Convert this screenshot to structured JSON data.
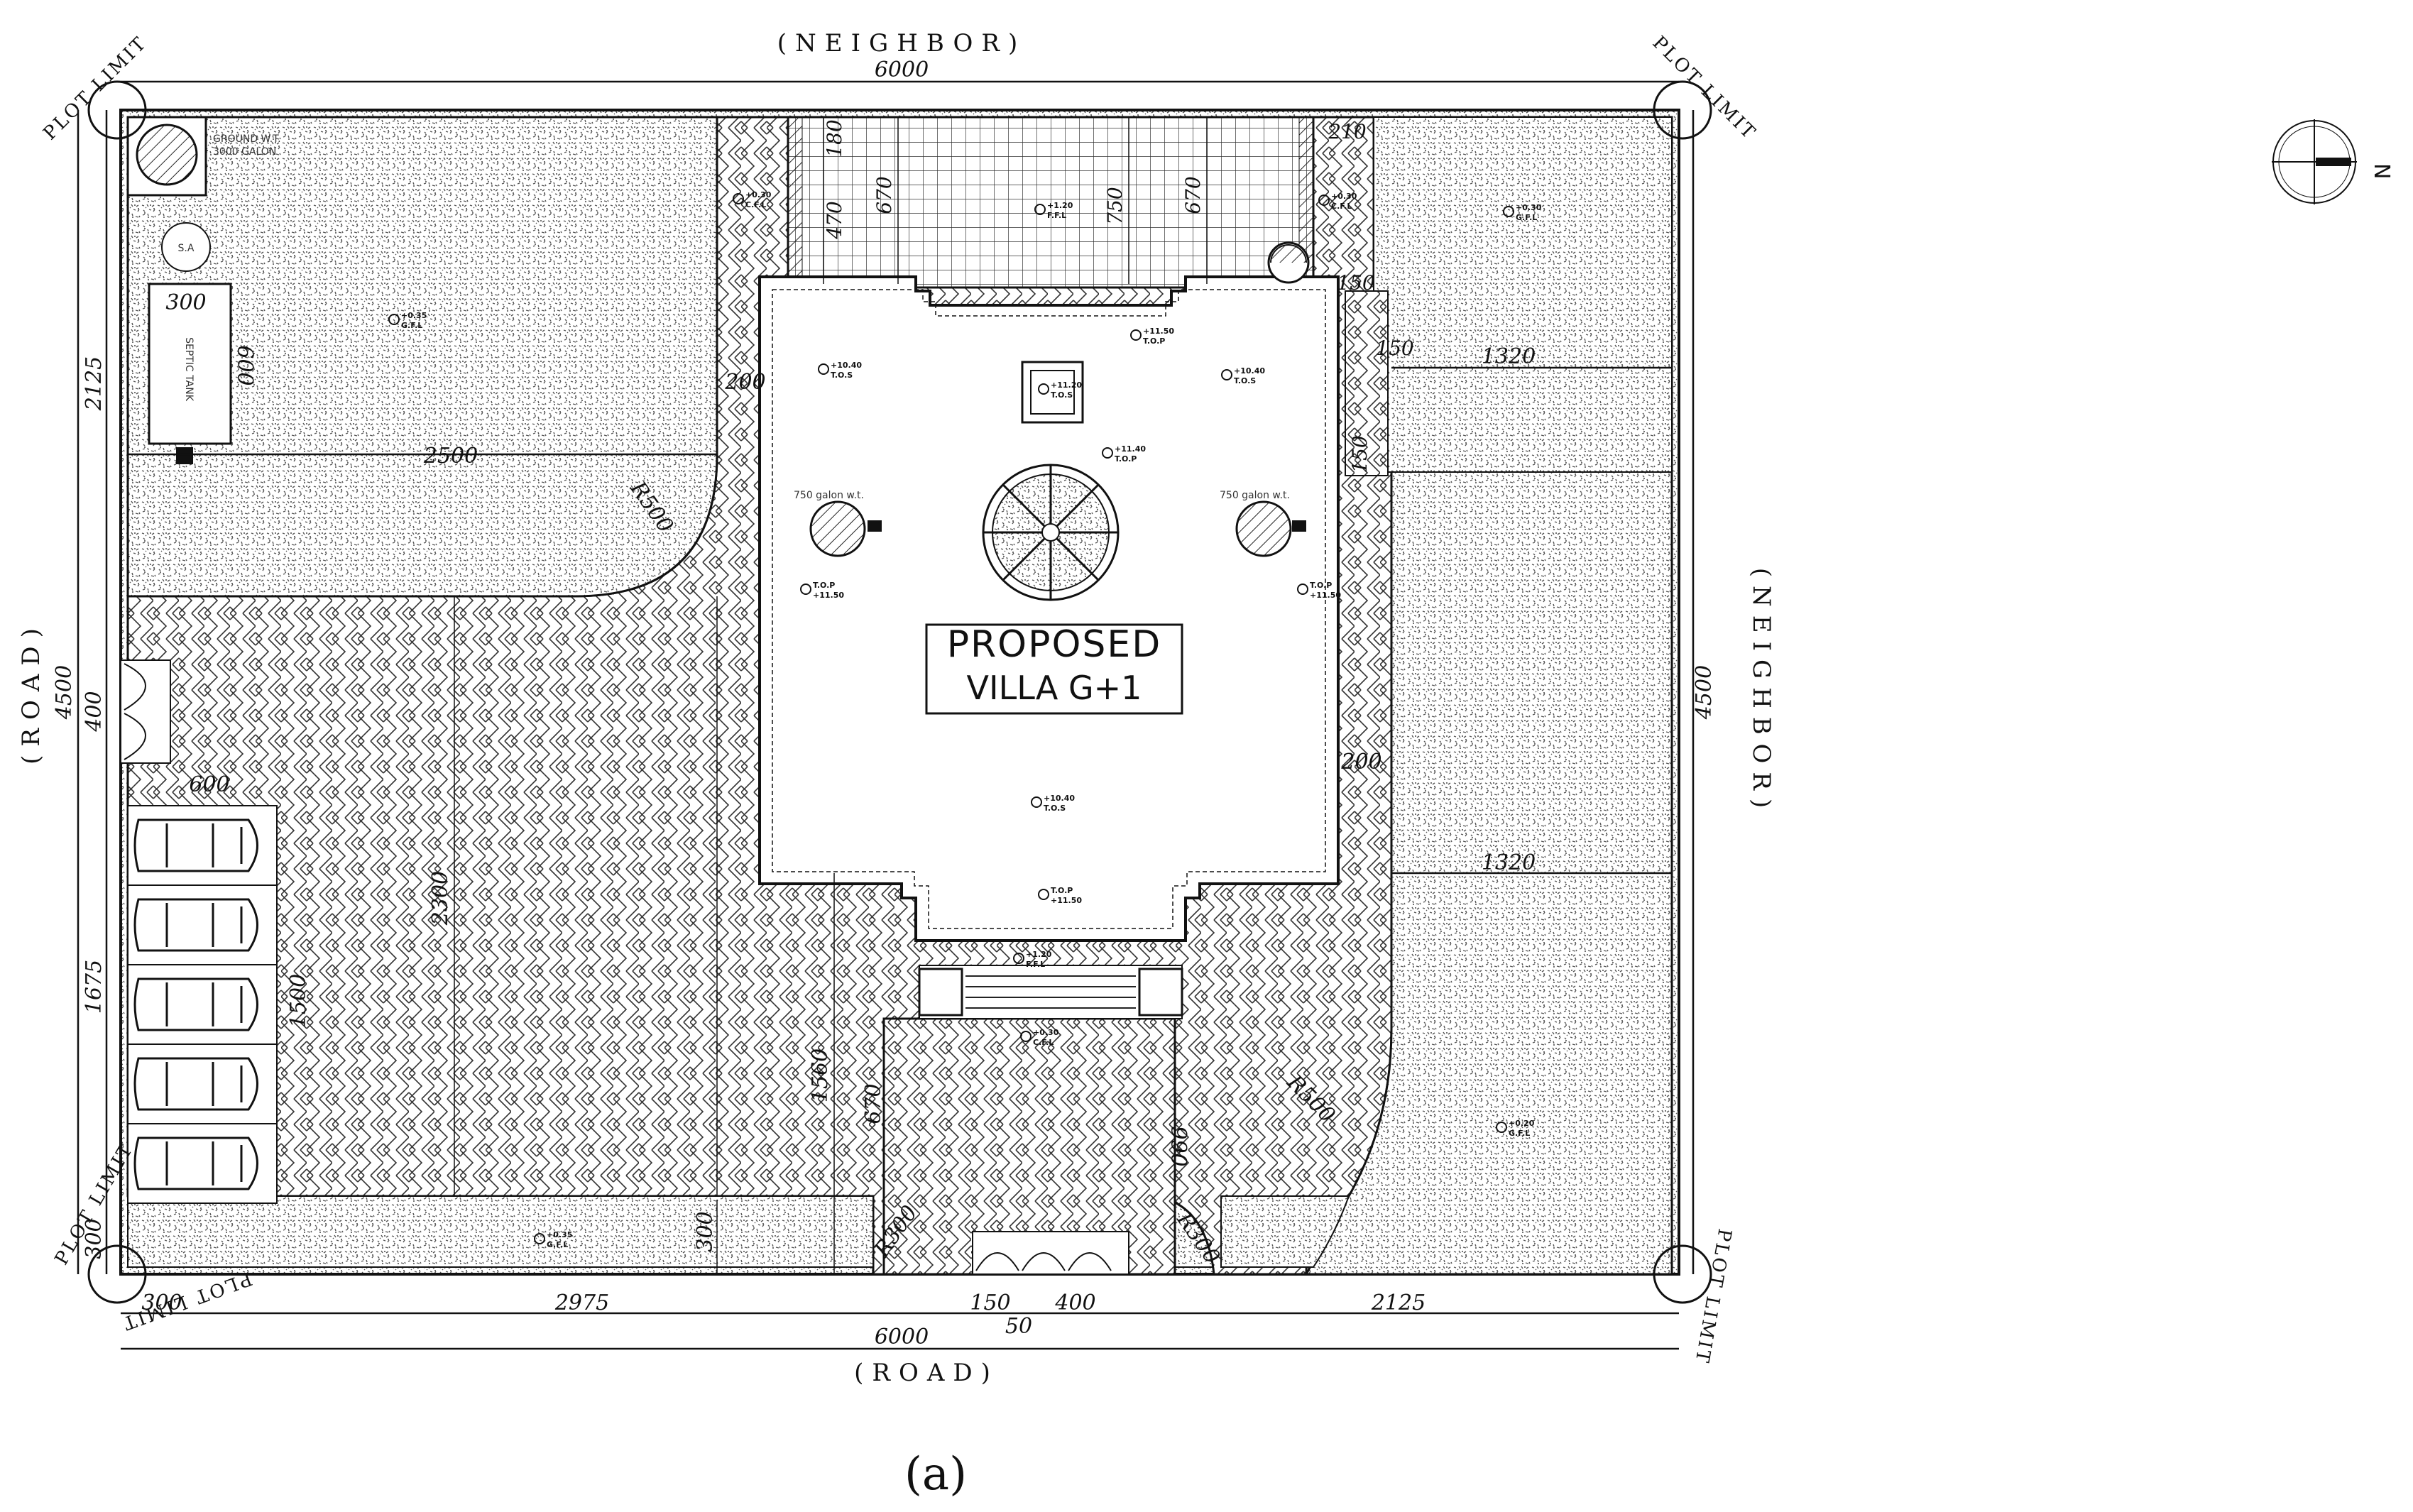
{
  "labels": {
    "neighbor_top": "(NEIGHBOR)",
    "neighbor_right": "(NEIGHBOR)",
    "road_left": "(ROAD)",
    "road_bottom": "(ROAD)",
    "plot_limit": "PLOT LIMIT",
    "north": "N",
    "caption": "(a)"
  },
  "villa": {
    "line1": "PROPOSED",
    "line2": "VILLA G+1"
  },
  "dims": {
    "top_width": "6000",
    "bottom_width": "6000",
    "left_upper": "2125",
    "left_mid": "4500",
    "left_400": "400",
    "left_lower": "1675",
    "left_300": "300",
    "right_mid": "4500",
    "septic_300": "300",
    "septic_600": "600",
    "d2500": "2500",
    "r500_top": "R500",
    "d600": "600",
    "d1500": "1500",
    "d2300": "2300",
    "d200_left": "200",
    "d200_right": "200",
    "d180": "180",
    "d470": "470",
    "d670_a": "670",
    "d750": "750",
    "d670_b": "670",
    "d210": "210",
    "d150_a": "150",
    "d150_b": "150",
    "d150_c": "150",
    "d1320_top": "1320",
    "d1320_bottom": "1320",
    "d1560": "1560",
    "d670_c": "670",
    "d990": "990",
    "r500_bottom": "R500",
    "r300_left": "R300",
    "r300_right": "R300",
    "d300_mid": "300",
    "b300": "300",
    "b2975": "2975",
    "b150": "150",
    "b50": "50",
    "b400": "400",
    "b2125": "2125"
  },
  "levels": {
    "l1": "+0.35",
    "l1b": "G.F.L",
    "l2": "+0.30",
    "l2b": "C.F.L",
    "l3": "+1.20",
    "l3b": "F.F.L",
    "l4": "+0.30",
    "l4b": "C.F.L",
    "l5": "+0.30",
    "l5b": "G.F.L",
    "l6": "+11.50",
    "l6b": "T.O.P",
    "l7": "+10.40",
    "l7b": "T.O.S",
    "l8": "+11.20",
    "l8b": "T.O.S",
    "l9": "+10.40",
    "l9b": "T.O.S",
    "l10": "+11.40",
    "l10b": "T.O.P",
    "l11": "T.O.P",
    "l11b": "+11.50",
    "l12": "T.O.P",
    "l12b": "+11.50",
    "l13": "+10.40",
    "l13b": "T.O.S",
    "l14": "T.O.P",
    "l14b": "+11.50",
    "l15": "+1.20",
    "l15b": "F.F.L",
    "l16": "+0.30",
    "l16b": "C.F.L",
    "l17": "+0.20",
    "l17b": "G.F.L",
    "l18": "+0.35",
    "l18b": "G.F.L"
  },
  "notes": {
    "water_tank_left": "750 galon w.t.",
    "water_tank_right": "750 galon w.t.",
    "septic": "SEPTIC TANK",
    "sa": "S.A",
    "ground_wt_1": "GROUND W.T.",
    "ground_wt_2": "3000 GALON"
  }
}
